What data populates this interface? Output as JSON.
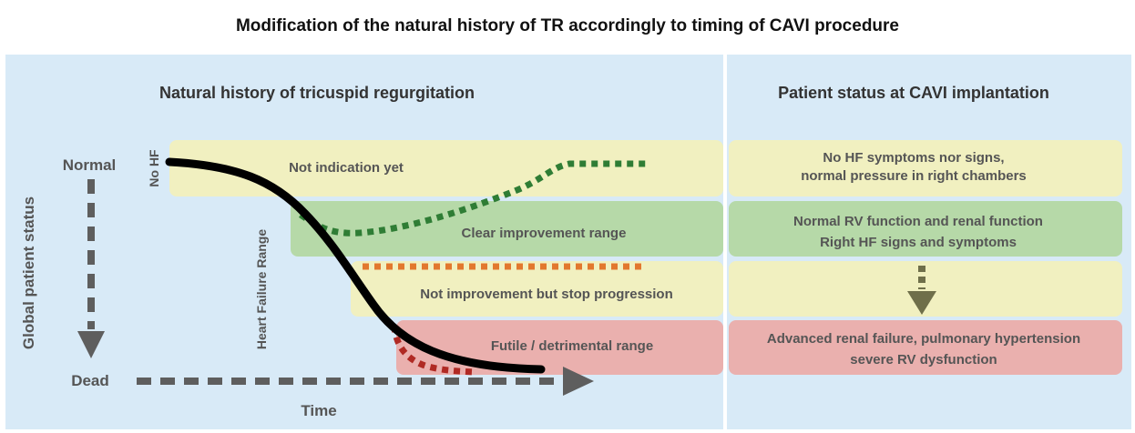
{
  "title": "Modification of the natural history of TR accordingly to timing of CAVI procedure",
  "left_panel": {
    "heading": "Natural history of tricuspid regurgitation",
    "y_axis_label": "Global patient status",
    "y_top_label": "Normal",
    "y_bottom_label": "Dead",
    "x_axis_label": "Time",
    "no_hf_label": "No HF",
    "hf_range_label": "Heart Failure Range",
    "bands": [
      {
        "label": "Not indication yet",
        "color": "#f1f0c0"
      },
      {
        "label": "Clear improvement range",
        "color": "#b6d9a8"
      },
      {
        "label": "Not improvement but stop progression",
        "color": "#f1f0c0"
      },
      {
        "label": "Futile / detrimental range",
        "color": "#eab0ae"
      }
    ]
  },
  "right_panel": {
    "heading": "Patient status at CAVI implantation",
    "statuses": [
      {
        "line1": "No HF symptoms nor signs,",
        "line2": "normal pressure in right chambers"
      },
      {
        "line1": "Normal RV function and renal function",
        "line2": "Right HF signs and symptoms"
      },
      {
        "line1": "",
        "line2": ""
      },
      {
        "line1": "Advanced renal failure, pulmonary hypertension",
        "line2": "severe RV dysfunction"
      }
    ]
  },
  "colors": {
    "panel_bg": "#d8eaf7",
    "axis_gray": "#5e5e5e",
    "text_gray": "#555555",
    "green_dots": "#2f7d35",
    "orange_dots": "#e2782e",
    "red_dots": "#b02a24",
    "curve": "#000000"
  }
}
